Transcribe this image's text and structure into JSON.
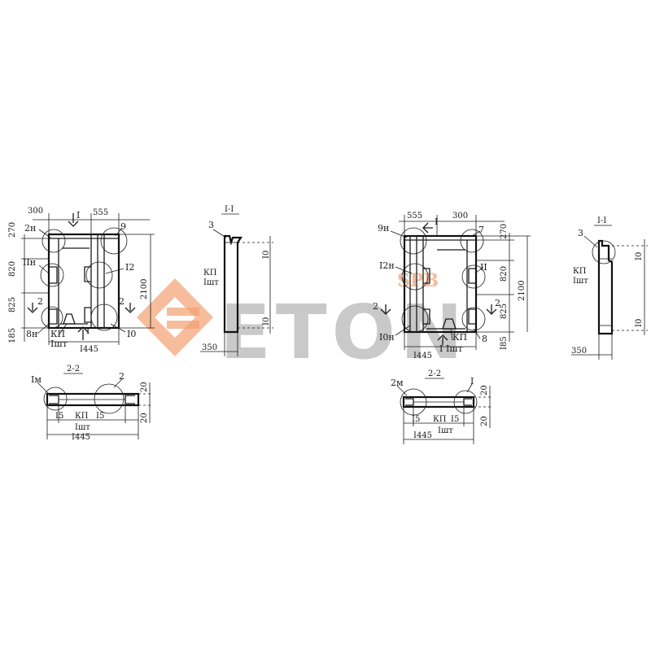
{
  "watermark": {
    "text": "ETON",
    "small_text": "SPB",
    "color_orange": "#f2a070",
    "color_gray": "#9e9e9e"
  },
  "left_panel": {
    "elevation": {
      "dims_top": [
        "300",
        "555"
      ],
      "dims_left": [
        "270",
        "820",
        "825",
        "185"
      ],
      "dim_right": "2100",
      "dim_bottom": "I445",
      "callouts": [
        "2н",
        "9",
        "I2",
        "IIн",
        "I0",
        "8н",
        "КП",
        "Iшт"
      ],
      "section_marks": [
        "I",
        "I",
        "2",
        "2"
      ]
    },
    "section_1_1": {
      "title": "I-I",
      "callout": "3",
      "labels": [
        "КП",
        "Iшт"
      ],
      "dims": [
        "I0",
        "I0",
        "350"
      ]
    },
    "section_2_2": {
      "title": "2-2",
      "callouts": [
        "Iм",
        "2"
      ],
      "dims_bottom": [
        "I5",
        "КП",
        "I5"
      ],
      "dim_sub": "Iшт",
      "dim_total": "I445",
      "dims_right": [
        "20",
        "20"
      ]
    }
  },
  "right_panel": {
    "elevation": {
      "dims_top": [
        "555",
        "300"
      ],
      "dims_right": [
        "270",
        "820",
        "825",
        "I85"
      ],
      "dim_right_total": "2100",
      "dim_bottom": "I445",
      "callouts": [
        "9н",
        "7",
        "I2н",
        "II",
        "I0н",
        "КП",
        "8",
        "Iшт"
      ],
      "section_marks": [
        "I",
        "I",
        "2",
        "2"
      ]
    },
    "section_1_1": {
      "title": "I-I",
      "callout": "3",
      "labels": [
        "КП",
        "Iшт"
      ],
      "dims": [
        "I0",
        "I0",
        "350"
      ]
    },
    "section_2_2": {
      "title": "2-2",
      "callouts": [
        "2м",
        "I"
      ],
      "dims_bottom": [
        "I5",
        "КП",
        "I5"
      ],
      "dim_sub": "Iшт",
      "dim_total": "I445",
      "dims_right": [
        "20",
        "20"
      ]
    }
  }
}
